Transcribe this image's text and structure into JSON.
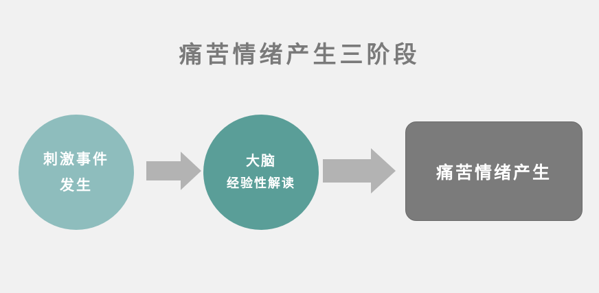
{
  "diagram": {
    "title": "痛苦情绪产生三阶段",
    "stage1": {
      "line1": "刺激事件",
      "line2": "发生",
      "color": "#8ebdbd"
    },
    "stage2": {
      "line1": "大脑",
      "line2": "经验性解读",
      "color": "#5a9e98"
    },
    "stage3": {
      "label": "痛苦情绪产生",
      "color": "#7b7b7b"
    },
    "arrow_color": "#b3b3b3",
    "background": "#f1f1f1"
  }
}
